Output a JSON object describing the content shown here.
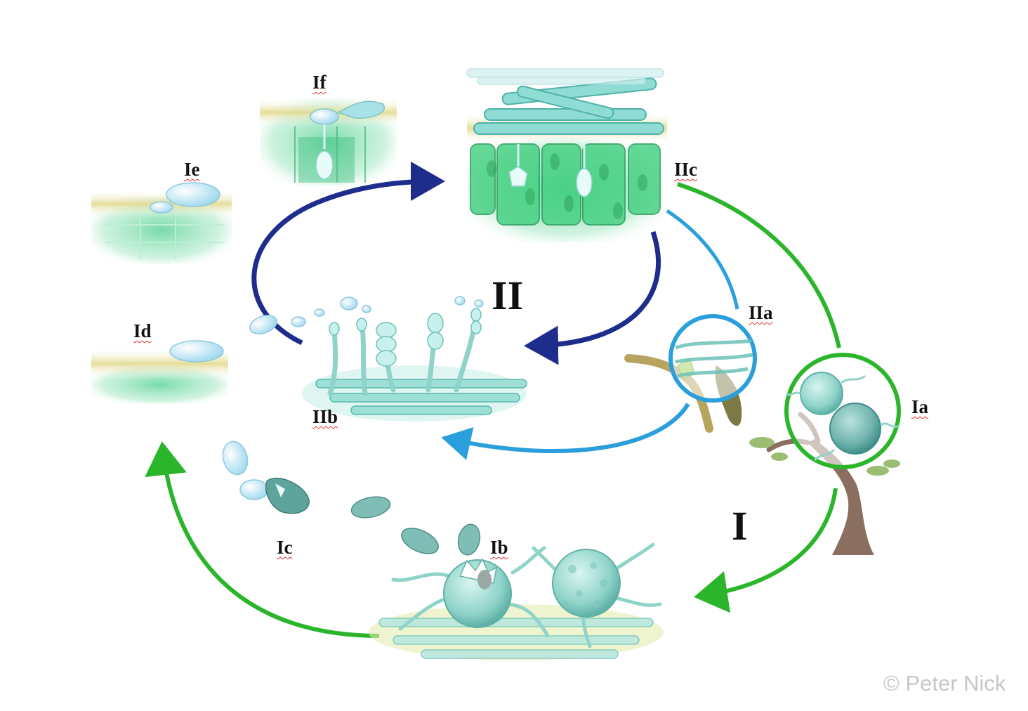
{
  "labels": {
    "Ia": "Ia",
    "Ib": "Ib",
    "Ic": "Ic",
    "Id": "Id",
    "Ie": "Ie",
    "If": "If",
    "IIa": "IIa",
    "IIb": "IIb",
    "IIc": "IIc",
    "cycle_I": "I",
    "cycle_II": "II"
  },
  "copyright": "© Peter Nick",
  "colors": {
    "sexual_cycle_arrow": "#2bb52b",
    "asexual_inner_arrow": "#1e2d8c",
    "asexual_outer_arrow": "#2a9fdc",
    "leaf_tissue": "#4fcf8a",
    "leaf_surface": "#d9d08a",
    "pathogen": "#8fd8cf",
    "tree_trunk": "#8a6e60"
  }
}
